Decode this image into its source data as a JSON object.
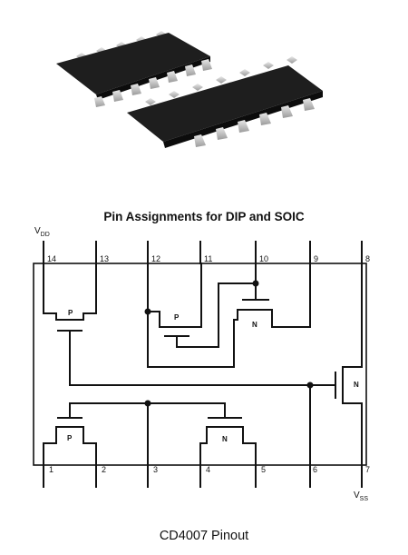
{
  "title": "Pin Assignments for DIP and SOIC",
  "caption": "CD4007 Pinout",
  "supply": {
    "vdd_main": "V",
    "vdd_sub": "DD",
    "vss_main": "V",
    "vss_sub": "SS"
  },
  "pins_top": [
    "14",
    "13",
    "12",
    "11",
    "10",
    "9",
    "8"
  ],
  "pins_bottom": [
    "1",
    "2",
    "3",
    "4",
    "5",
    "6",
    "7"
  ],
  "transistor_labels": {
    "p1": "P",
    "p2": "P",
    "n1": "N",
    "n_right": "N",
    "p3": "P",
    "n3": "N"
  },
  "colors": {
    "ink": "#111111",
    "chip_body": "#1e1e1e",
    "leads": "#c8c8c8"
  }
}
